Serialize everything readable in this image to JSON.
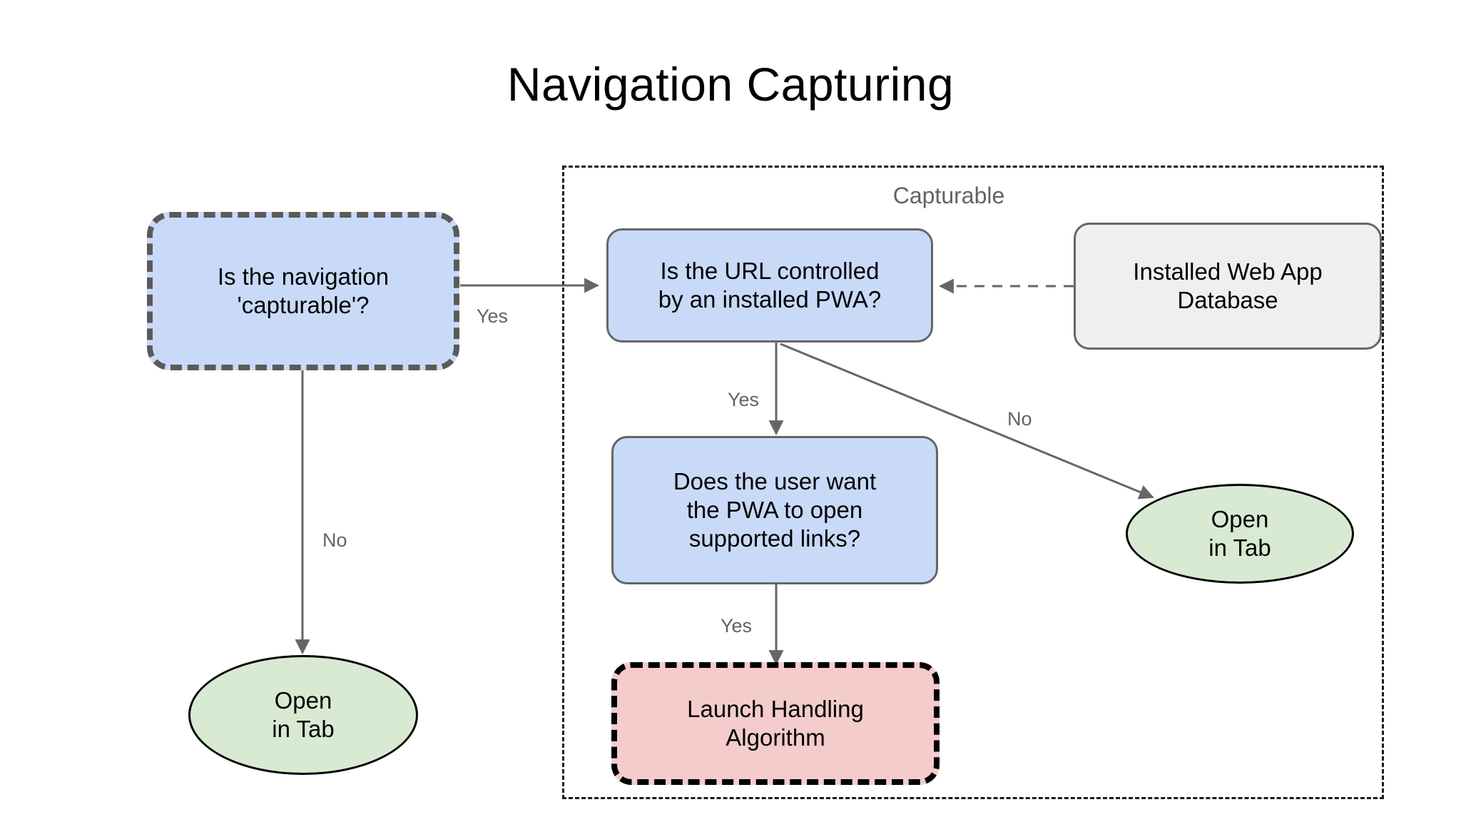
{
  "page": {
    "title": "Navigation Capturing",
    "background": "#ffffff"
  },
  "colors": {
    "decision_fill": "#c9daf8",
    "terminal_fill": "#d9ead3",
    "algorithm_fill": "#f4cccc",
    "datastore_fill": "#efefef",
    "edge_stroke": "#666666",
    "label_text": "#5f6368",
    "entry_border": "#5a5a5a",
    "algorithm_border": "#000000",
    "group_border": "#1c1c1c"
  },
  "group": {
    "label": "Capturable"
  },
  "nodes": [
    {
      "id": "is-capturable",
      "label": "Is the navigation\n'capturable'?",
      "shape": "rounded-rect",
      "style": "decision-entry"
    },
    {
      "id": "open-in-tab-left",
      "label": "Open\nin Tab",
      "shape": "ellipse",
      "style": "terminal"
    },
    {
      "id": "is-url-controlled",
      "label": "Is the URL controlled\nby an installed PWA?",
      "shape": "rounded-rect",
      "style": "decision"
    },
    {
      "id": "installed-web-app-db",
      "label": "Installed Web App\nDatabase",
      "shape": "rounded-rect",
      "style": "datastore"
    },
    {
      "id": "open-in-tab-right",
      "label": "Open\nin Tab",
      "shape": "ellipse",
      "style": "terminal"
    },
    {
      "id": "user-wants-pwa",
      "label": "Does the user want\nthe PWA to open\nsupported links?",
      "shape": "rounded-rect",
      "style": "decision"
    },
    {
      "id": "launch-handling",
      "label": "Launch Handling\nAlgorithm",
      "shape": "rounded-rect",
      "style": "algorithm"
    }
  ],
  "edges": [
    {
      "id": "capturable-yes",
      "from": "is-capturable",
      "to": "is-url-controlled",
      "label": "Yes",
      "line": "solid"
    },
    {
      "id": "capturable-no",
      "from": "is-capturable",
      "to": "open-in-tab-left",
      "label": "No",
      "line": "solid"
    },
    {
      "id": "url-yes",
      "from": "is-url-controlled",
      "to": "user-wants-pwa",
      "label": "Yes",
      "line": "solid"
    },
    {
      "id": "url-no",
      "from": "is-url-controlled",
      "to": "open-in-tab-right",
      "label": "No",
      "line": "solid"
    },
    {
      "id": "user-yes",
      "from": "user-wants-pwa",
      "to": "launch-handling",
      "label": "Yes",
      "line": "solid"
    },
    {
      "id": "db-lookup",
      "from": "installed-web-app-db",
      "to": "is-url-controlled",
      "label": "",
      "line": "dashed"
    }
  ]
}
